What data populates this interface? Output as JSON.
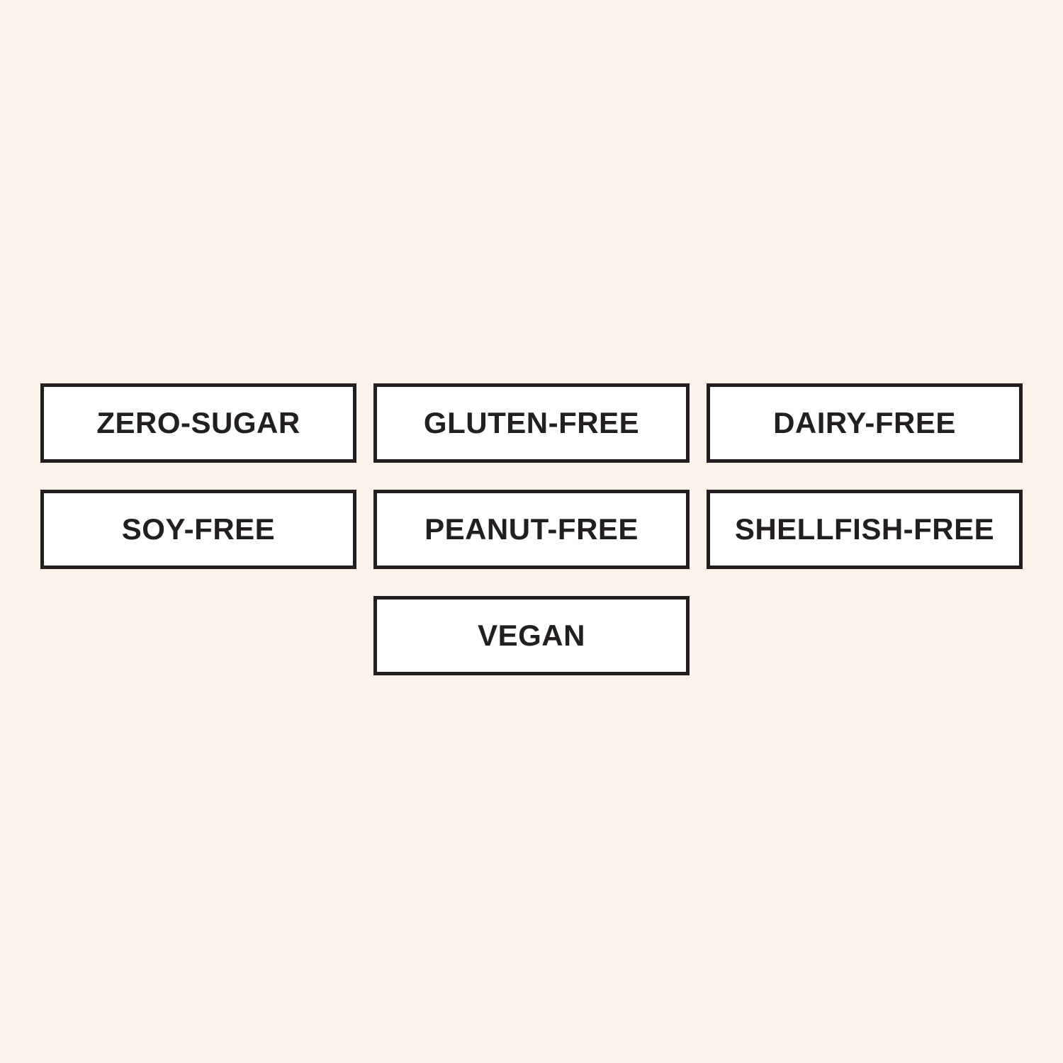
{
  "theme": {
    "background_color": "#FBF3E9",
    "badge_fill_color": "#FFFFFF",
    "badge_border_color": "#231F20",
    "text_color": "#231F20"
  },
  "badges": {
    "rows": [
      [
        "ZERO-SUGAR",
        "GLUTEN-FREE",
        "DAIRY-FREE"
      ],
      [
        "SOY-FREE",
        "PEANUT-FREE",
        "SHELLFISH-FREE"
      ],
      [
        "VEGAN"
      ]
    ]
  }
}
